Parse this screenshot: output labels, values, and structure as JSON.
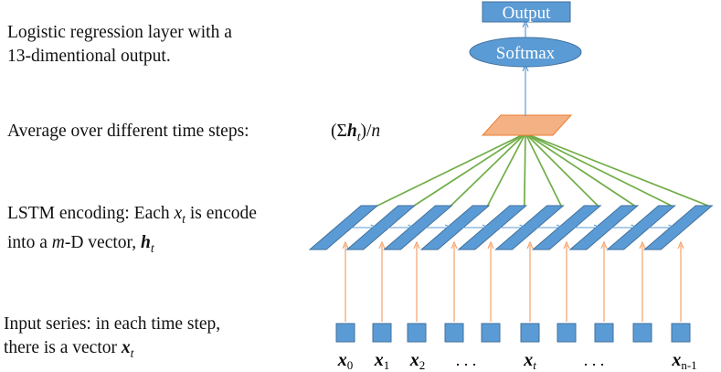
{
  "annotations": {
    "output_layer": {
      "line1": "Logistic regression layer with a",
      "line2": "13-dimentional output."
    },
    "average": {
      "text": "Average over different time steps:",
      "formula_open": "(Σ",
      "formula_h": "h",
      "formula_sub": "t",
      "formula_close": ")/",
      "formula_n": "n"
    },
    "lstm": {
      "line1_prefix": "LSTM encoding: Each ",
      "line1_var": "x",
      "line1_sub": "t",
      "line1_suffix": " is encode",
      "line2_prefix": "into a ",
      "line2_m": "m",
      "line2_mid": "-D vector, ",
      "line2_h": "h",
      "line2_sub": "t"
    },
    "input": {
      "line1": "Input series: in each time step,",
      "line2_prefix": "there is a vector ",
      "line2_var": "x",
      "line2_sub": "t"
    }
  },
  "nodes": {
    "output_label": "Output",
    "softmax_label": "Softmax"
  },
  "input_labels": [
    {
      "var": "x",
      "sub": "0"
    },
    {
      "var": "x",
      "sub": "1"
    },
    {
      "var": "x",
      "sub": "2"
    },
    {
      "dots": ". . ."
    },
    {
      "var": "x",
      "sub": "t"
    },
    {
      "dots": ". . ."
    },
    {
      "var": "x",
      "sub": "n-1"
    }
  ],
  "colors": {
    "box_fill": "#5b9bd5",
    "box_stroke": "#41719c",
    "average_fill": "#f4b183",
    "average_stroke": "#ed7d31",
    "input_arrow": "#f4a26b",
    "green_line": "#70ad47",
    "blue_arrow": "#5b9bd5"
  }
}
